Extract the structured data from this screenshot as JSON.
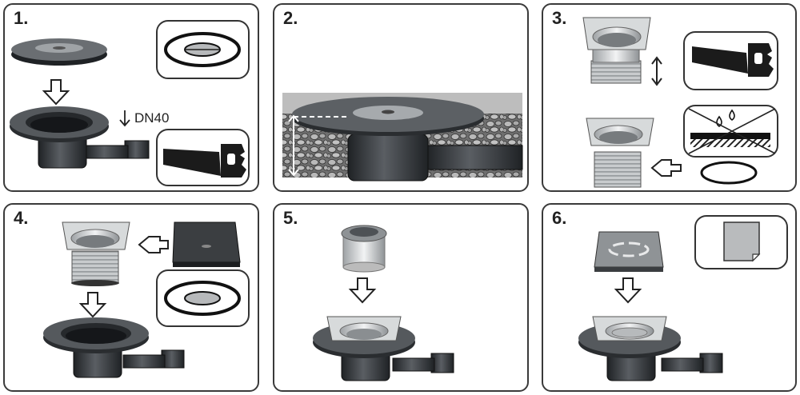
{
  "steps": [
    {
      "label": "1."
    },
    {
      "label": "2."
    },
    {
      "label": "3."
    },
    {
      "label": "4."
    },
    {
      "label": "5."
    },
    {
      "label": "6."
    }
  ],
  "annotations": {
    "pipe_size": "DN40"
  },
  "icons": {
    "saw": "saw-icon",
    "gasket": "seal-ring-icon",
    "membrane": "waterproof-membrane-icon",
    "plate": "cover-plate-icon",
    "arrow": "down-arrow-icon"
  },
  "colors": {
    "panel_border": "#3a3a3a",
    "dark_part": "#2f3236",
    "metal": "#c9ccce",
    "stone_bg": "#8a8a8a"
  }
}
